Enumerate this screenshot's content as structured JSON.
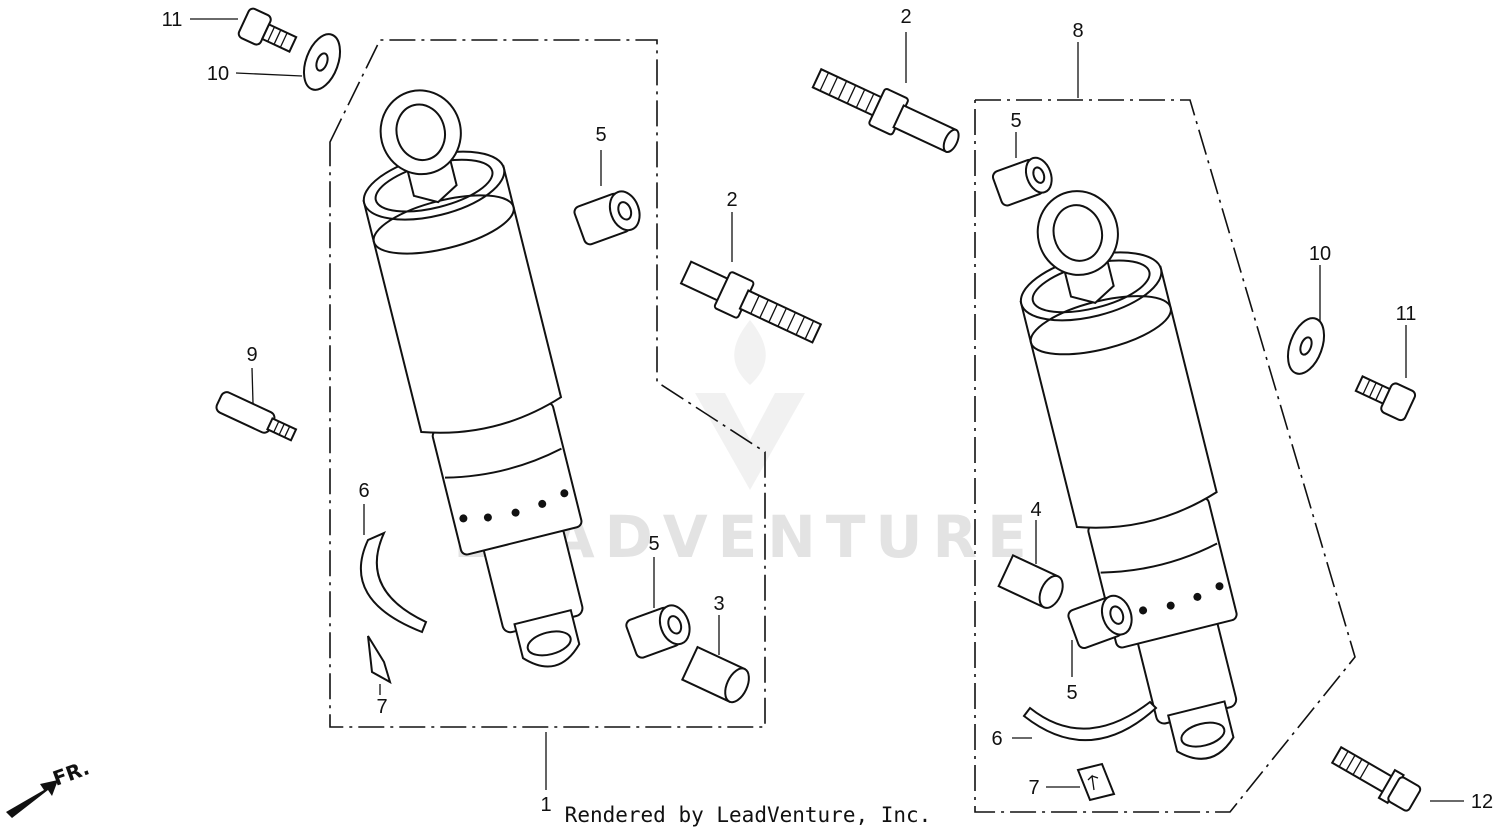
{
  "callouts": {
    "c1": "1",
    "c2a": "2",
    "c2b": "2",
    "c3": "3",
    "c4": "4",
    "c5a": "5",
    "c5b": "5",
    "c5c": "5",
    "c5d": "5",
    "c6a": "6",
    "c6b": "6",
    "c7a": "7",
    "c7b": "7",
    "c8": "8",
    "c9": "9",
    "c10a": "10",
    "c10b": "10",
    "c11a": "11",
    "c11b": "11",
    "c12": "12"
  },
  "watermark": "LEADVENTURE",
  "footer": "Rendered by LeadVenture, Inc.",
  "direction": "FR.",
  "icons": [
    "leadventure-logo-watermark",
    "front-direction-arrow-icon"
  ]
}
